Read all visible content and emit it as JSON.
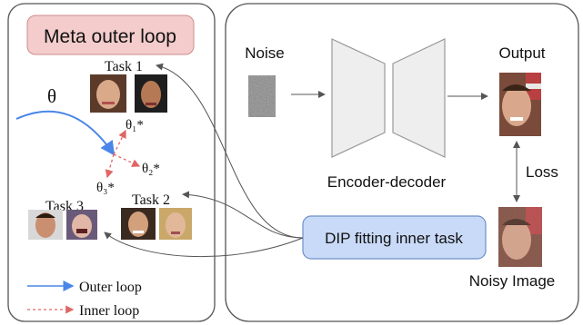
{
  "left_panel": {
    "title": "Meta outer loop",
    "theta": "θ",
    "theta_labels": {
      "t1": "θ₁*",
      "t2": "θ₂*",
      "t3": "θ₃*"
    },
    "tasks": {
      "task1": "Task 1",
      "task2": "Task 2",
      "task3": "Task 3"
    },
    "legend": {
      "outer": "Outer loop",
      "inner": "Inner loop"
    }
  },
  "right_panel": {
    "noise_label": "Noise",
    "output_label": "Output",
    "encoder_decoder_label": "Encoder-decoder",
    "loss_label": "Loss",
    "noisy_image_label": "Noisy Image",
    "inner_task_label": "DIP fitting inner task"
  },
  "colors": {
    "title_box_fill": "#f4cccc",
    "inner_box_fill": "#c9daf8",
    "inner_box_stroke": "#6d8fc7",
    "outer_loop": "#4a86e8",
    "inner_loop": "#e06666",
    "panel_border": "#555555",
    "network_fill": "#eeeeee",
    "network_stroke": "#999999"
  }
}
